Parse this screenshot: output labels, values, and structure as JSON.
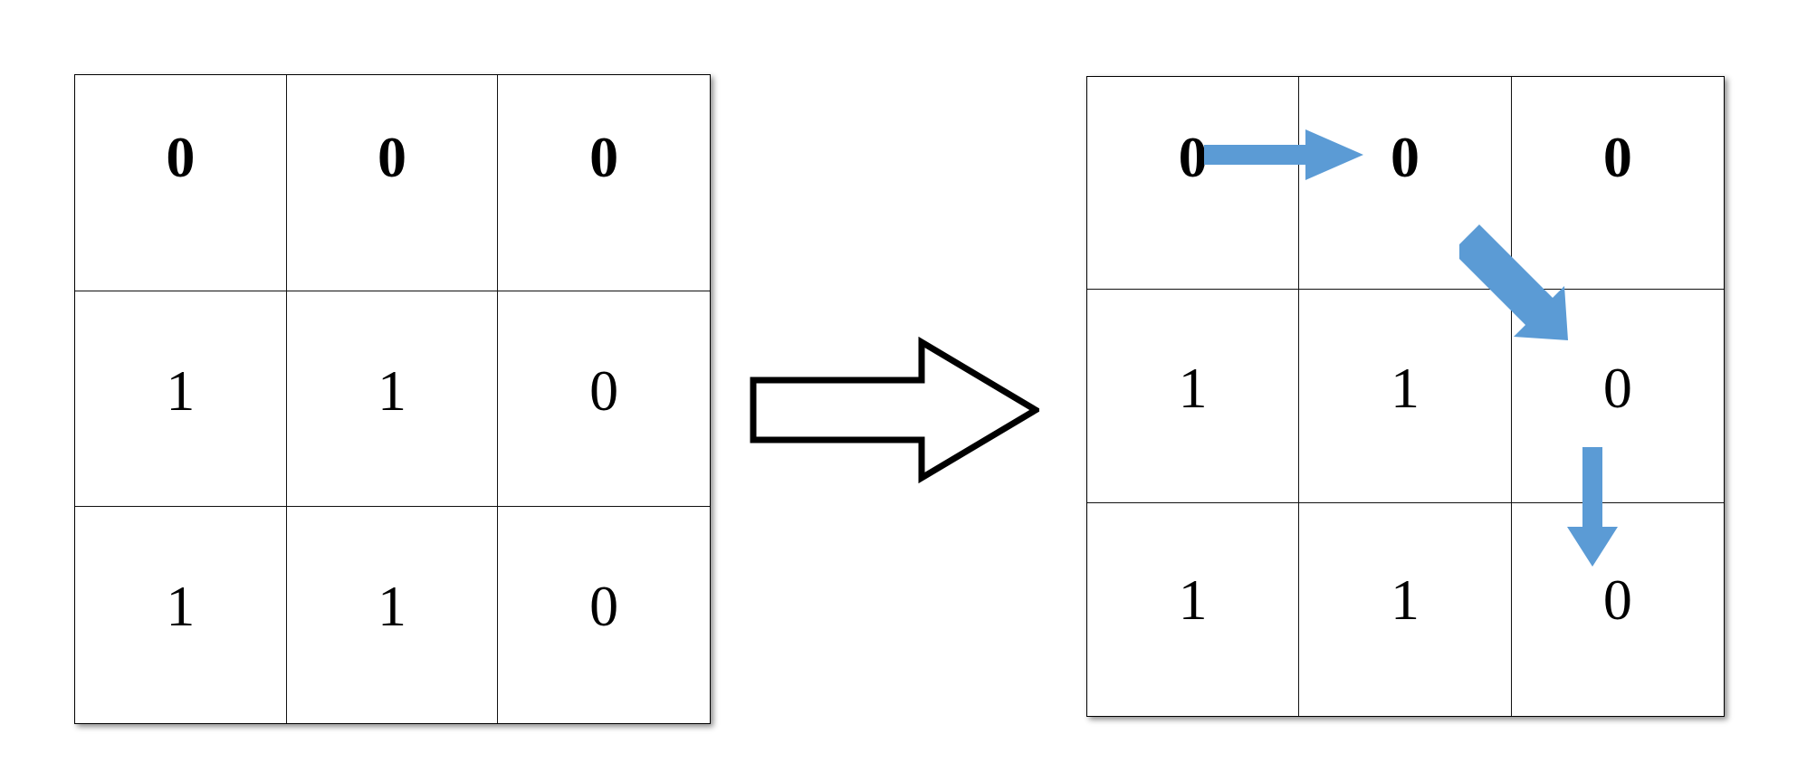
{
  "diagram": {
    "title": "Binary grid transformation with traversal arrows",
    "type": "two-panel-grid-transformation",
    "background_color": "#ffffff",
    "accent_color": "#5B9BD5",
    "line_color": "#000000"
  },
  "left_grid": {
    "label": "input-grid",
    "rows": 3,
    "cols": 3,
    "cells": [
      [
        {
          "value": "0",
          "weight": "bold"
        },
        {
          "value": "0",
          "weight": "bold"
        },
        {
          "value": "0",
          "weight": "bold"
        }
      ],
      [
        {
          "value": "1",
          "weight": "normal"
        },
        {
          "value": "1",
          "weight": "normal"
        },
        {
          "value": "0",
          "weight": "normal"
        }
      ],
      [
        {
          "value": "1",
          "weight": "normal"
        },
        {
          "value": "1",
          "weight": "normal"
        },
        {
          "value": "0",
          "weight": "normal"
        }
      ]
    ]
  },
  "transition": {
    "icon": "block-arrow-right-icon",
    "label": "",
    "fill": "#ffffff",
    "stroke": "#000000"
  },
  "right_grid": {
    "label": "output-grid",
    "rows": 3,
    "cols": 3,
    "cells": [
      [
        {
          "value": "0",
          "weight": "bold"
        },
        {
          "value": "0",
          "weight": "bold"
        },
        {
          "value": "0",
          "weight": "bold"
        }
      ],
      [
        {
          "value": "1",
          "weight": "normal"
        },
        {
          "value": "1",
          "weight": "normal"
        },
        {
          "value": "0",
          "weight": "normal"
        }
      ],
      [
        {
          "value": "1",
          "weight": "normal"
        },
        {
          "value": "1",
          "weight": "normal"
        },
        {
          "value": "0",
          "weight": "normal"
        }
      ]
    ],
    "path_arrows": [
      {
        "name": "arrow-right-r0c0-to-r0c1",
        "direction": "right",
        "from_cell": "r0c0",
        "to_cell": "r0c1",
        "color": "#5B9BD5"
      },
      {
        "name": "arrow-diagonal-r0c2-to-r1c2",
        "direction": "down-right",
        "from_cell": "r0c1",
        "to_cell": "r1c2",
        "color": "#5B9BD5"
      },
      {
        "name": "arrow-down-r1c2-to-r2c2",
        "direction": "down",
        "from_cell": "r1c2",
        "to_cell": "r2c2",
        "color": "#5B9BD5"
      }
    ]
  }
}
